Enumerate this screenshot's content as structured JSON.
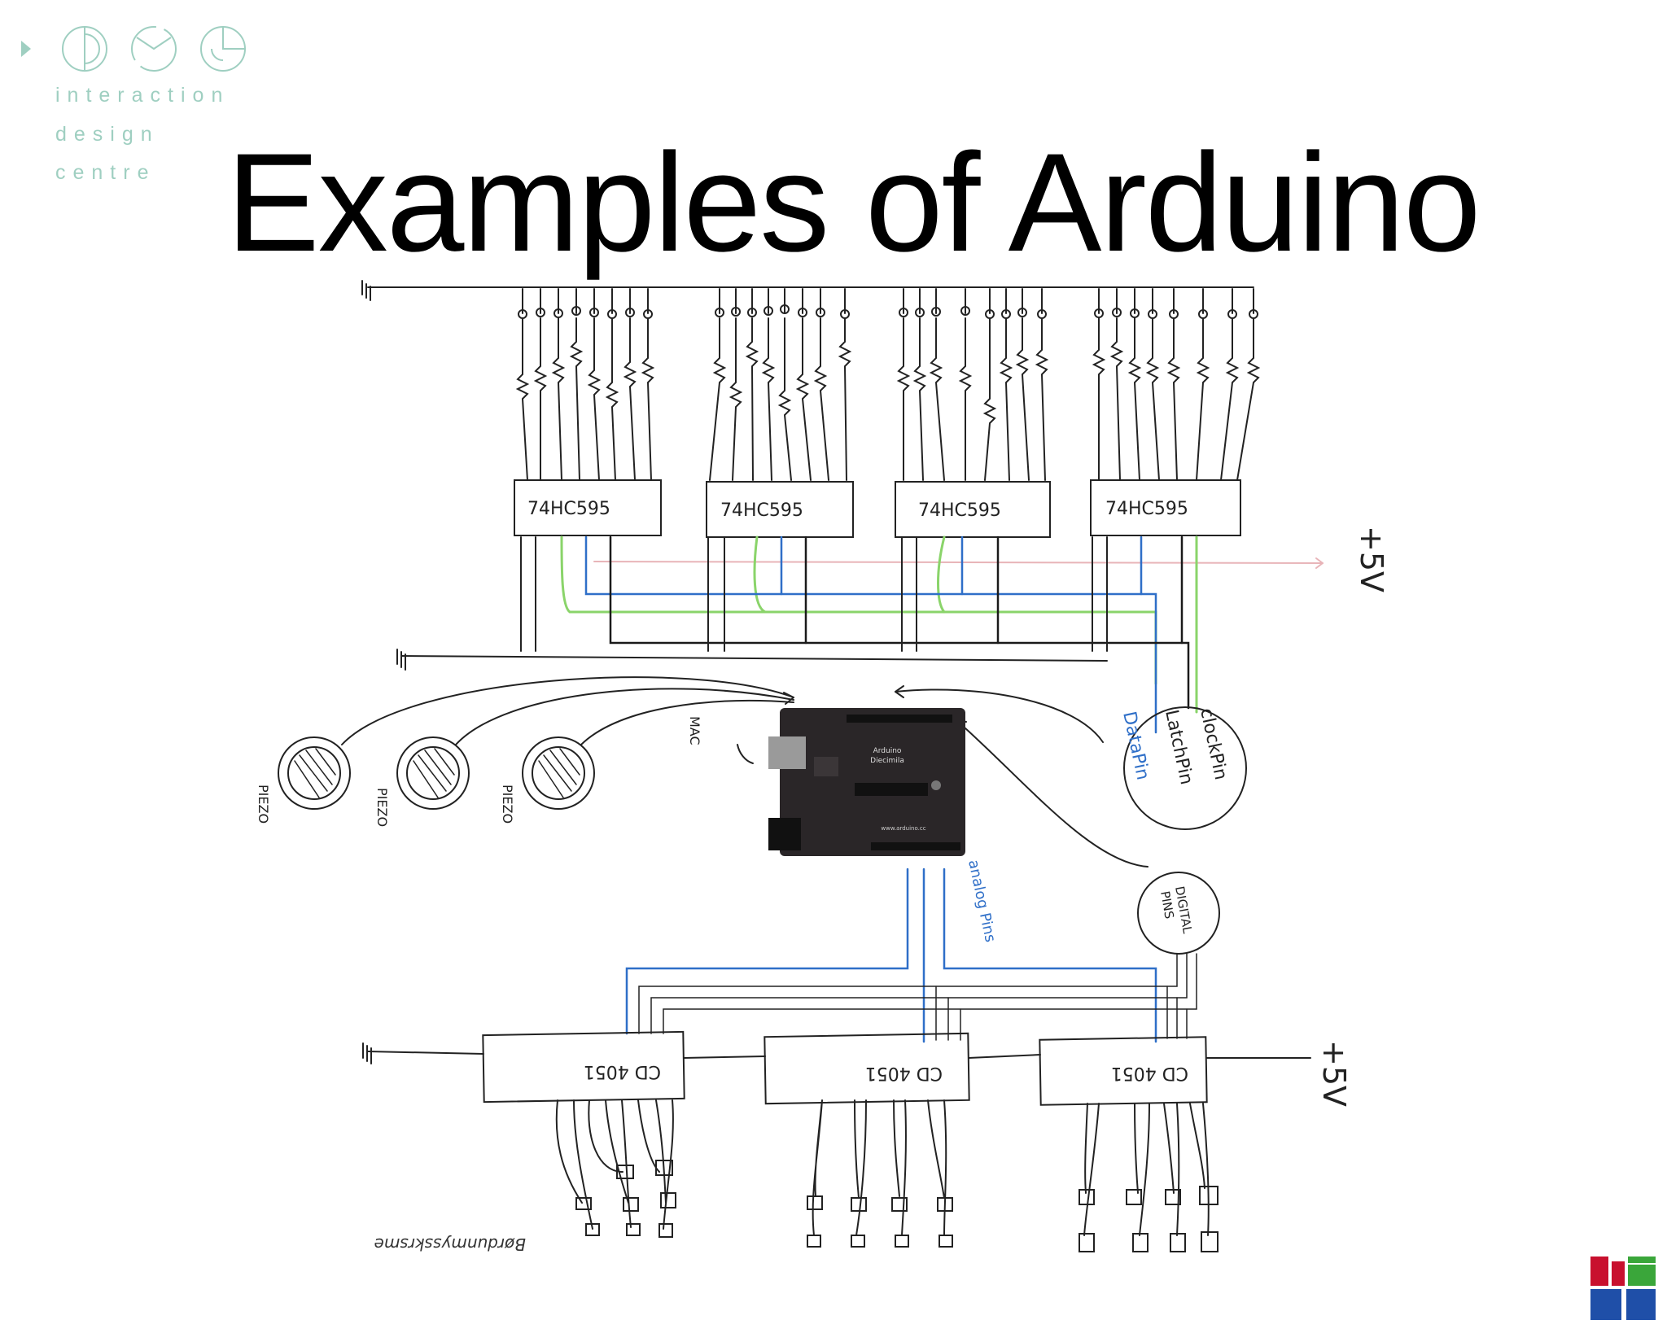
{
  "logo": {
    "words": [
      "interaction",
      "design",
      "centre"
    ],
    "color": "#9fcfc1"
  },
  "slide": {
    "title": "Examples of Arduino"
  },
  "diagram": {
    "shift_registers": [
      "74HC595",
      "74HC595",
      "74HC595",
      "74HC595"
    ],
    "multiplexers": [
      "CD 4051",
      "CD 4051",
      "CD 4051"
    ],
    "piezos": [
      "PIEZO",
      "PIEZO",
      "PIEZO"
    ],
    "board": {
      "name": "Arduino",
      "model": "Diecimila",
      "url": "www.arduino.cc"
    },
    "pins_circle": [
      "clockPin",
      "LatchPin",
      "DataPin"
    ],
    "digital_pins": [
      "DIGITAL",
      "PINS"
    ],
    "analog_label": "analog Pins",
    "mac_label": "MAC",
    "power_labels": [
      "+5V",
      "+5V"
    ],
    "signature": "Børdunmysskrsme",
    "wire_colors": {
      "clock": "#8ad46a",
      "data": "#2f6fc8",
      "latch": "#1a1a1a",
      "power": "#e8b4b8"
    }
  },
  "university_logo": {
    "colors": {
      "red": "#c8102e",
      "green": "#3aa63a",
      "blue": "#1f4fa8"
    }
  }
}
